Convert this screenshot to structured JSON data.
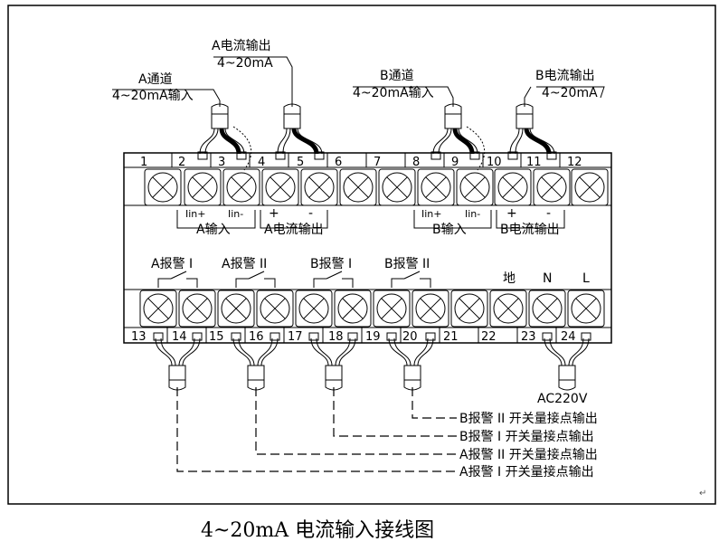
{
  "caption": "4~20mA 电流输入接线图",
  "top_labels": {
    "a_channel_line1": "A通道",
    "a_channel_line2": "4~20mA输入",
    "a_output_line1": "A电流输出",
    "a_output_line2": "4~20mA",
    "b_channel_line1": "B通道",
    "b_channel_line2": "4~20mA输入",
    "b_output_line1": "B电流输出",
    "b_output_line2": "4~20mA"
  },
  "upper_terminals": [
    "1",
    "2",
    "3",
    "4",
    "5",
    "6",
    "7",
    "8",
    "9",
    "10",
    "11",
    "12"
  ],
  "lower_terminals": [
    "13",
    "14",
    "15",
    "16",
    "17",
    "18",
    "19",
    "20",
    "21",
    "22",
    "23",
    "24"
  ],
  "upper_groups": {
    "a_in_pos": "Iin+",
    "a_in_neg": "Iin-",
    "a_in_label": "A输入",
    "a_out_plus": "+",
    "a_out_minus": "-",
    "a_out_label": "A电流输出",
    "b_in_pos": "Iin+",
    "b_in_neg": "Iin-",
    "b_in_label": "B输入",
    "b_out_plus": "+",
    "b_out_minus": "-",
    "b_out_label": "B电流输出"
  },
  "alarm_labels": [
    "A报警 I",
    "A报警 II",
    "B报警 I",
    "B报警 II"
  ],
  "power_labels": [
    "地",
    "N",
    "L"
  ],
  "power_supply": "AC220V",
  "bottom_outputs": [
    "B报警 II 开关量接点输出",
    "B报警 I 开关量接点输出",
    "A报警 II 开关量接点输出",
    "A报警 I 开关量接点输出"
  ]
}
